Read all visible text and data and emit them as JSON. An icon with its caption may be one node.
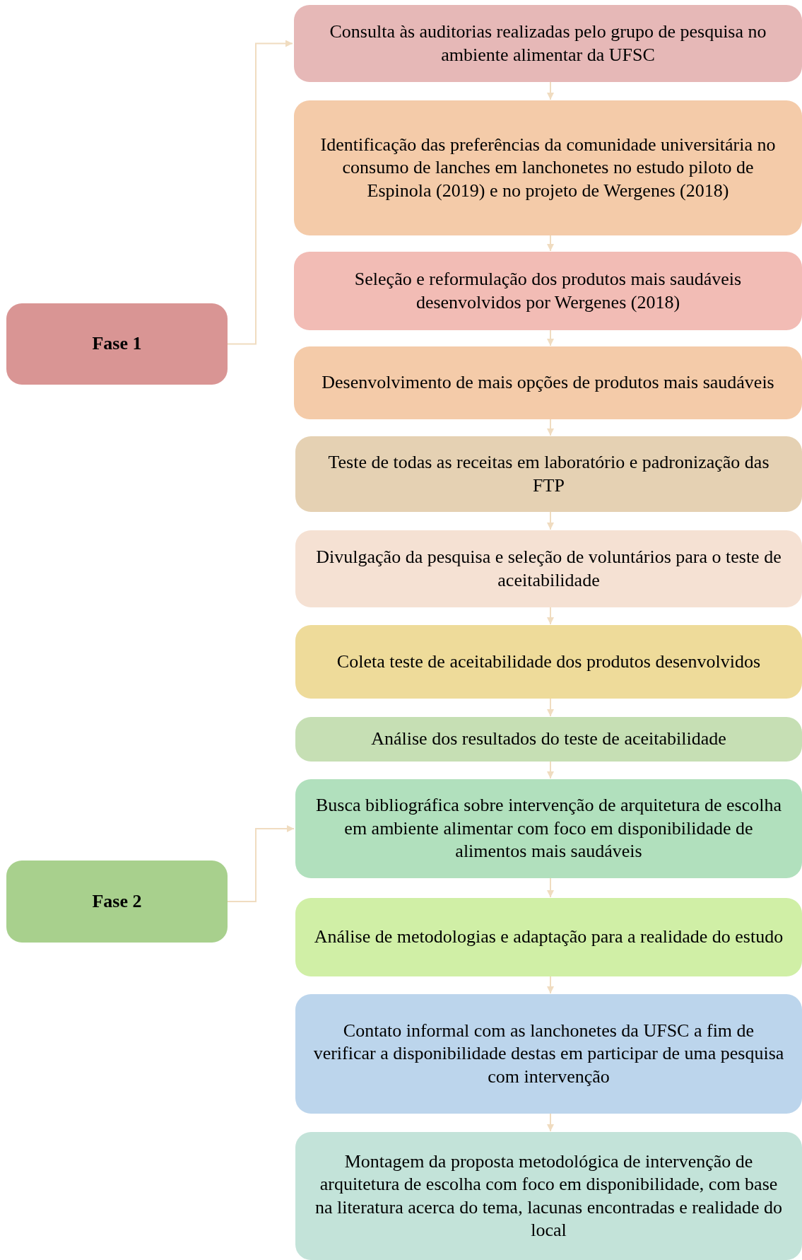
{
  "diagram": {
    "nodes": [
      {
        "text": [
          "Consulta às auditorias realizadas pelo grupo de pesquisa no ambiente alimentar da UFSC"
        ]
      },
      {
        "text": [
          "Identificação das preferências da comunidade universitária no consumo de lanches em lanchonetes no estudo piloto de Espinola (2019) e no projeto de Wergenes (2018)"
        ]
      },
      {
        "text": [
          "Seleção e reformulação dos produtos mais saudáveis desenvolvidos por Wergenes (2018)"
        ]
      },
      {
        "text": [
          "Desenvolvimento de mais opções de produtos mais saudáveis"
        ]
      },
      {
        "text": [
          "Teste de todas as receitas em laboratório e padronização das FTP"
        ]
      },
      {
        "text": [
          "Divulgação da pesquisa e seleção de voluntários para o teste de aceitabilidade"
        ]
      },
      {
        "text": [
          "Coleta teste de aceitabilidade dos produtos desenvolvidos"
        ]
      },
      {
        "text": [
          "Análise dos resultados do teste de aceitabilidade"
        ]
      },
      {
        "text": [
          "Busca bibliográfica sobre intervenção de arquitetura de escolha em ambiente alimentar com foco em disponibilidade de alimentos mais saudáveis"
        ]
      },
      {
        "text": [
          "Análise de metodologias e adaptação para a realidade do estudo"
        ]
      },
      {
        "text": [
          "Contato informal com as lanchonetes da UFSC a fim de verificar a disponibilidade destas em participar de uma pesquisa com intervenção"
        ]
      },
      {
        "text": [
          "Montagem da proposta metodológica de intervenção de arquitetura de escolha com foco em disponibilidade, com base na literatura acerca do tema, lacunas encontradas e realidade do local"
        ]
      },
      {
        "text": [
          "Fase 1"
        ]
      },
      {
        "text": [
          "Fase 2"
        ]
      }
    ],
    "edges": [
      {
        "from": 12,
        "to": 0,
        "arrow": "to"
      },
      {
        "from": 0,
        "to": 1,
        "arrow": "to"
      },
      {
        "from": 1,
        "to": 2,
        "arrow": "to"
      },
      {
        "from": 2,
        "to": 3,
        "arrow": "to"
      },
      {
        "from": 3,
        "to": 4,
        "arrow": "to"
      },
      {
        "from": 4,
        "to": 5,
        "arrow": "to"
      },
      {
        "from": 5,
        "to": 6,
        "arrow": "to"
      },
      {
        "from": 6,
        "to": 7,
        "arrow": "to"
      },
      {
        "from": 7,
        "to": 8,
        "arrow": "to"
      },
      {
        "from": 13,
        "to": 8,
        "arrow": "to"
      },
      {
        "from": 8,
        "to": 9,
        "arrow": "to"
      },
      {
        "from": 9,
        "to": 10,
        "arrow": "to"
      },
      {
        "from": 10,
        "to": 11,
        "arrow": "to"
      }
    ]
  }
}
